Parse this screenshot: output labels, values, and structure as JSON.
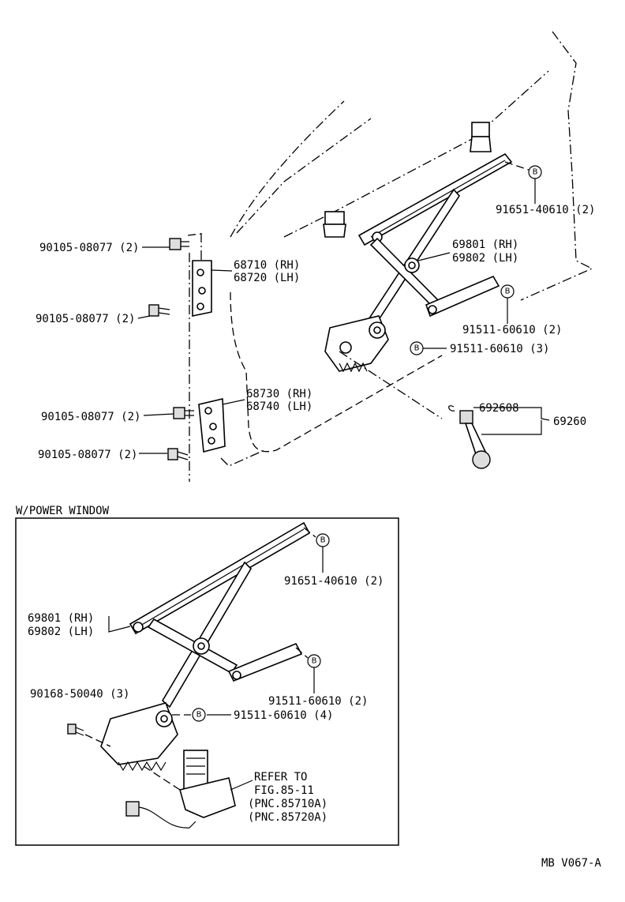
{
  "labels": {
    "bolt_upper_hinge_top": "90105-08077 (2)",
    "bolt_upper_hinge_side": "90105-08077 (2)",
    "bolt_lower_hinge_top": "90105-08077 (2)",
    "bolt_lower_hinge_bottom": "90105-08077 (2)",
    "upper_hinge_rh": "68710 (RH)",
    "upper_hinge_lh": "68720 (LH)",
    "lower_hinge_rh": "68730 (RH)",
    "lower_hinge_lh": "68740 (LH)",
    "bolt_top_right": "91651-40610 (2)",
    "regulator_rh": "69801 (RH)",
    "regulator_lh": "69802 (LH)",
    "bolt_regulator_2": "91511-60610 (2)",
    "bolt_regulator_3": "91511-60610 (3)",
    "handle_sub": "692608",
    "handle": "69260",
    "power_section_title": "W/POWER WINDOW",
    "pw_bolt_top": "91651-40610 (2)",
    "pw_regulator_rh": "69801 (RH)",
    "pw_regulator_lh": "69802 (LH)",
    "pw_screw": "90168-50040 (3)",
    "pw_bolt_2": "91511-60610 (2)",
    "pw_bolt_4": "91511-60610 (4)",
    "refer_1": "REFER TO",
    "refer_2": "FIG.85-11",
    "refer_3": "(PNC.85710A)",
    "refer_4": "(PNC.85720A)",
    "figure_code": "MB V067-A"
  },
  "bubble_letter": "B"
}
